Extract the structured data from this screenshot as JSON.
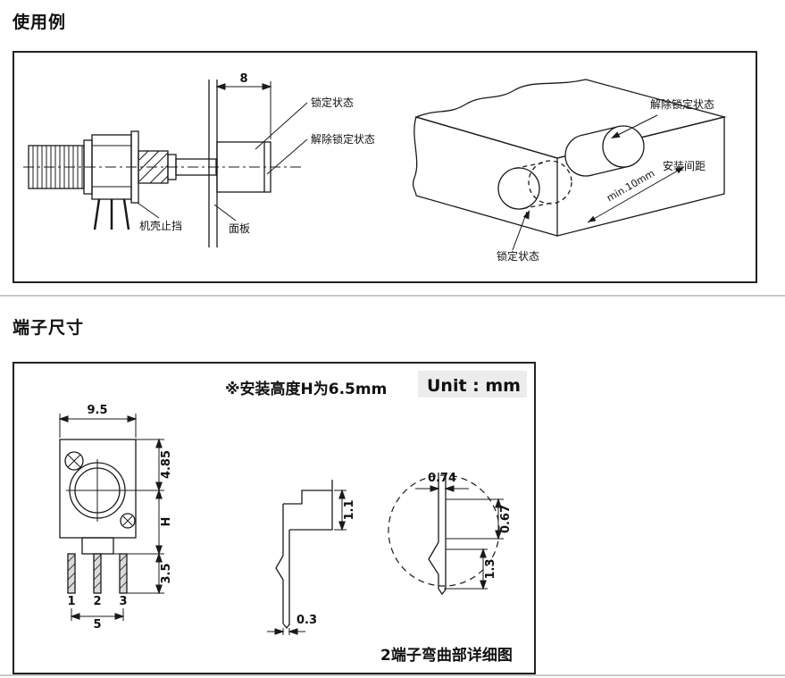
{
  "sections": {
    "usage": {
      "title": "使用例"
    },
    "terminals": {
      "title": "端子尺寸"
    }
  },
  "usage_example": {
    "side_view": {
      "dim_8": "8",
      "label_locked": "锁定状态",
      "label_unlocked": "解除锁定状态",
      "label_case_stop": "机壳止挡",
      "label_panel": "面板"
    },
    "iso_view": {
      "label_unlocked": "解除锁定状态",
      "label_pitch": "安装间距",
      "label_min": "min.10mm",
      "label_locked": "锁定状态"
    }
  },
  "terminal_dims": {
    "note": "※安装高度H为6.5mm",
    "unit": "Unit : mm",
    "front_view": {
      "dim_width": "9.5",
      "dim_485": "4.85",
      "dim_h": "H",
      "dim_35": "3.5",
      "pin1": "1",
      "pin2": "2",
      "pin3": "3",
      "dim_pitch": "5"
    },
    "side_view": {
      "dim_11": "1.1",
      "dim_03": "0.3"
    },
    "detail_view": {
      "dim_074": "0.74",
      "dim_067": "0.67",
      "dim_13": "1.3"
    },
    "caption": "2端子弯曲部详细图"
  }
}
